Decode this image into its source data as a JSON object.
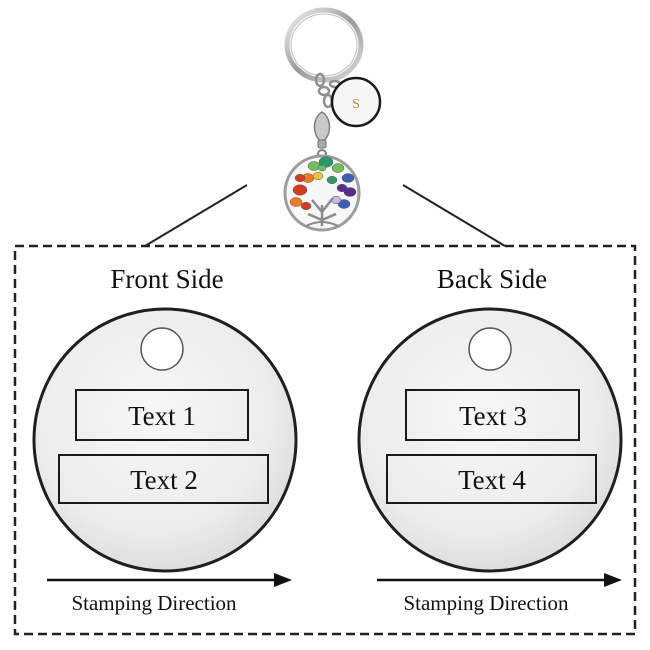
{
  "keychain": {
    "initial_letter": "S",
    "gem_colors": [
      "#d93a1f",
      "#f07a1e",
      "#f2c233",
      "#6fbf5a",
      "#2a9b68",
      "#3a5fb8",
      "#5a2a8c",
      "#c9b8dc"
    ]
  },
  "front": {
    "title": "Front Side",
    "text_line_1": "Text 1",
    "text_line_2": "Text 2",
    "direction_label": "Stamping Direction"
  },
  "back": {
    "title": "Back Side",
    "text_line_1": "Text 3",
    "text_line_2": "Text 4",
    "direction_label": "Stamping Direction"
  },
  "colors": {
    "outline": "#222222",
    "disc_fill": "#ebebeb"
  }
}
